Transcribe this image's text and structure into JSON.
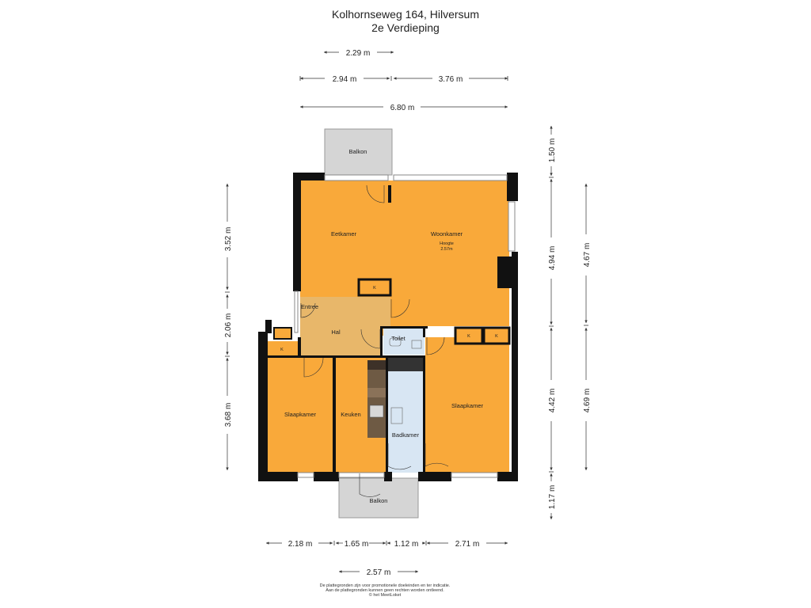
{
  "header": {
    "address": "Kolhornseweg 164, Hilversum",
    "floor": "2e Verdieping"
  },
  "dimensions": {
    "top_1": "2.29 m",
    "top_2a": "2.94 m",
    "top_2b": "3.76 m",
    "top_3": "6.80 m",
    "left_1": "3.52 m",
    "left_2": "2.06 m",
    "left_3": "3.68 m",
    "right_inner_1": "1.50 m",
    "right_inner_2": "4.94 m",
    "right_inner_3": "4.42 m",
    "right_inner_4": "1.17 m",
    "right_outer_1": "4.67 m",
    "right_outer_2": "4.69 m",
    "bottom_1a": "2.18 m",
    "bottom_1b": "1.65 m",
    "bottom_1c": "1.12 m",
    "bottom_1d": "2.71 m",
    "bottom_2": "2.57 m"
  },
  "rooms": {
    "balkon_top": "Balkon",
    "eetkamer": "Eetkamer",
    "woonkamer": "Woonkamer",
    "hoogte_label": "Hoogte",
    "hoogte_value": "2.57m",
    "entree": "Entree",
    "hal": "Hal",
    "toilet": "Toilet",
    "kast": "K",
    "slaapkamer_left": "Slaapkamer",
    "keuken": "Keuken",
    "badkamer": "Badkamer",
    "slaapkamer_right": "Slaapkamer",
    "balkon_bottom": "Balkon"
  },
  "footer": {
    "line1": "De plattegronden zijn voor promotionele doeleinden en ter indicatie.",
    "line2": "Aan de plattegronden kunnen geen rechten worden ontleend.",
    "line3": "© het MeetLoket"
  },
  "colors": {
    "room_orange": "#f9a93a",
    "hall_tan": "#e8b76a",
    "wet_room_blue": "#d8e6f3",
    "balcony_gray": "#d5d5d5",
    "wall": "#111111",
    "kitchen_counter": "#6e5a44"
  }
}
